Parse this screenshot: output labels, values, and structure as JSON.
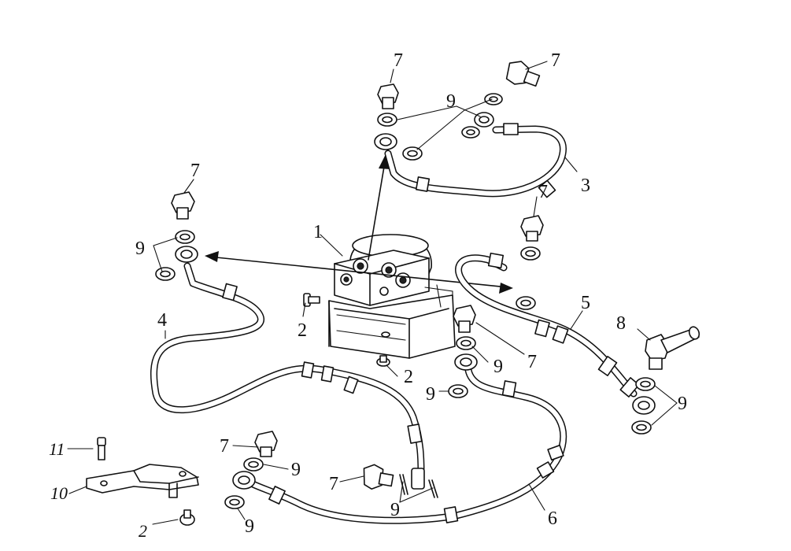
{
  "callouts": {
    "c1": "1",
    "c2_left": "2",
    "c2_mid": "2",
    "c2_bottom": "2",
    "c3": "3",
    "c4": "4",
    "c5": "5",
    "c6": "6",
    "c7_top_center": "7",
    "c7_top_right": "7",
    "c7_left": "7",
    "c7_right": "7",
    "c7_mid_right": "7",
    "c7_bottom_left": "7",
    "c7_bottom_mid": "7",
    "c8": "8",
    "c9_top": "9",
    "c9_left": "9",
    "c9_mid": "9",
    "c9_mid_low": "9",
    "c9_right": "9",
    "c9_bottom_left_a": "9",
    "c9_bottom_left_b": "9",
    "c9_bottom_mid": "9",
    "c10": "10",
    "c11": "11"
  }
}
